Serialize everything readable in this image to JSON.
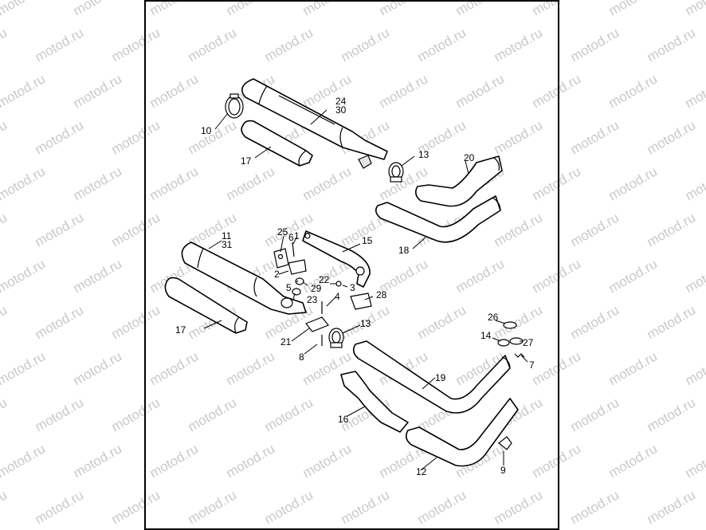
{
  "watermark": {
    "text": "motod.ru"
  },
  "callouts": {
    "c1": "1",
    "c2": "2",
    "c3": "3",
    "c4": "4",
    "c5": "5",
    "c6": "6",
    "c7": "7",
    "c8": "8",
    "c9": "9",
    "c10": "10",
    "c11": "11",
    "c12": "12",
    "c13a": "13",
    "c13b": "13",
    "c14": "14",
    "c15": "15",
    "c16": "16",
    "c17a": "17",
    "c17b": "17",
    "c18": "18",
    "c19": "19",
    "c20": "20",
    "c21": "21",
    "c22": "22",
    "c23": "23",
    "c24": "24",
    "c25": "25",
    "c26": "26",
    "c27": "27",
    "c28": "28",
    "c29": "29",
    "c30": "30",
    "c31": "31"
  }
}
